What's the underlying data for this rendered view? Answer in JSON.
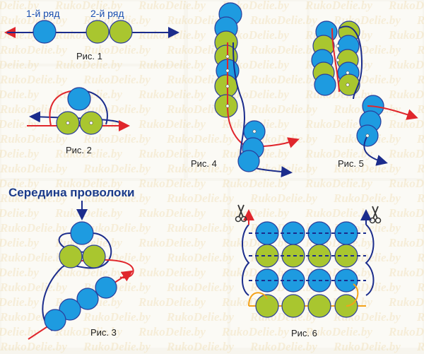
{
  "watermark": "RukoDelie.by",
  "colors": {
    "blue": "#1e9be0",
    "green": "#a9c62f",
    "orange": "#f3a21a",
    "red": "#e0262c",
    "navy": "#1b2c8c",
    "outline": "#2b3d9a"
  },
  "fig1": {
    "row1_label": "1-й ряд",
    "row2_label": "2-й ряд",
    "caption": "Рис. 1"
  },
  "fig2": {
    "caption": "Рис. 2"
  },
  "fig3": {
    "title": "Середина проволоки",
    "caption": "Рис. 3"
  },
  "fig4": {
    "caption": "Рис. 4"
  },
  "fig5": {
    "caption": "Рис. 5"
  },
  "fig6": {
    "caption": "Рис. 6",
    "scissors_icon": "scissors-icon"
  }
}
